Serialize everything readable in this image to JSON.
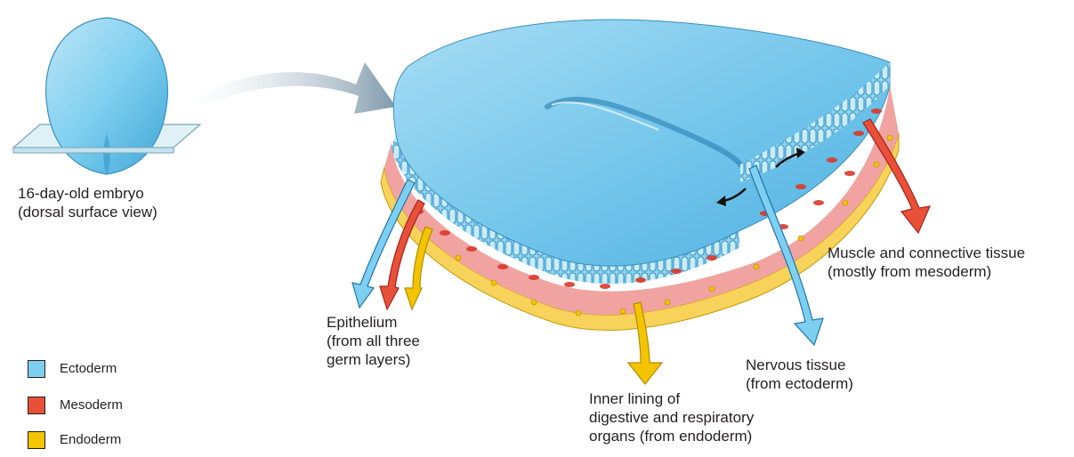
{
  "embryo_label": {
    "line1": "16-day-old embryo",
    "line2": "(dorsal surface view)"
  },
  "labels": {
    "epithelium": [
      "Epithelium",
      "(from all three",
      "germ layers)"
    ],
    "inner_lining": [
      "Inner lining of",
      "digestive and respiratory",
      "organs (from endoderm)"
    ],
    "nervous": [
      "Nervous tissue",
      "(from ectoderm)"
    ],
    "muscle": [
      "Muscle and connective tissue",
      "(mostly from mesoderm)"
    ]
  },
  "legend": [
    {
      "label": "Ectoderm",
      "color": "#7fcff0"
    },
    {
      "label": "Mesoderm",
      "color": "#e8503a"
    },
    {
      "label": "Endoderm",
      "color": "#f5c400"
    }
  ],
  "colors": {
    "ectoderm": "#7fcff0",
    "ectoderm_dark": "#3a9fd0",
    "mesoderm": "#ef9a9a",
    "mesoderm_cell": "#d93a2b",
    "endoderm": "#f5c400",
    "arrow_gray": "#8aa3b5"
  }
}
